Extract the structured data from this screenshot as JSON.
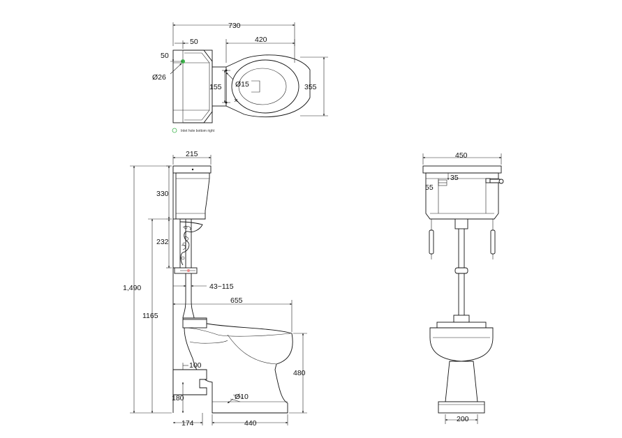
{
  "top_view": {
    "dims": {
      "overall_width": "730",
      "pan_length": "420",
      "offset_x": "50",
      "offset_y": "50",
      "inlet_diameter": "Ø26",
      "depth": "355",
      "fixing_spacing": "155",
      "fixing_hole": "Ø15"
    },
    "note": "Inlet hole bottom right",
    "note_color": "#3cb44b"
  },
  "side_view": {
    "dims": {
      "cistern_depth": "215",
      "cistern_height": "330",
      "bracket_height": "232",
      "overall_height": "1,490",
      "cistern_bottom_height": "1165",
      "flush_pipe_offset": "43~115",
      "projection": "655",
      "pan_height": "480",
      "outlet_height_a": "100",
      "outlet_height_b": "180",
      "wall_to_outlet": "174",
      "base_length": "440",
      "floor_fixing": "Ø10"
    }
  },
  "front_view": {
    "dims": {
      "cistern_width": "450",
      "lever_height": "35",
      "lever_offset": "55",
      "pedestal_width": "200"
    }
  }
}
